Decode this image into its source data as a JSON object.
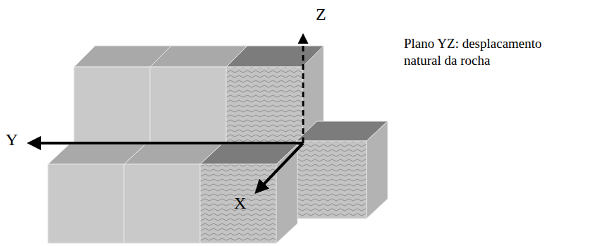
{
  "diagram": {
    "labels": [
      "Z",
      "Y",
      "X",
      "Plano YZ: desplacamento natural da rocha"
    ]
  }
}
